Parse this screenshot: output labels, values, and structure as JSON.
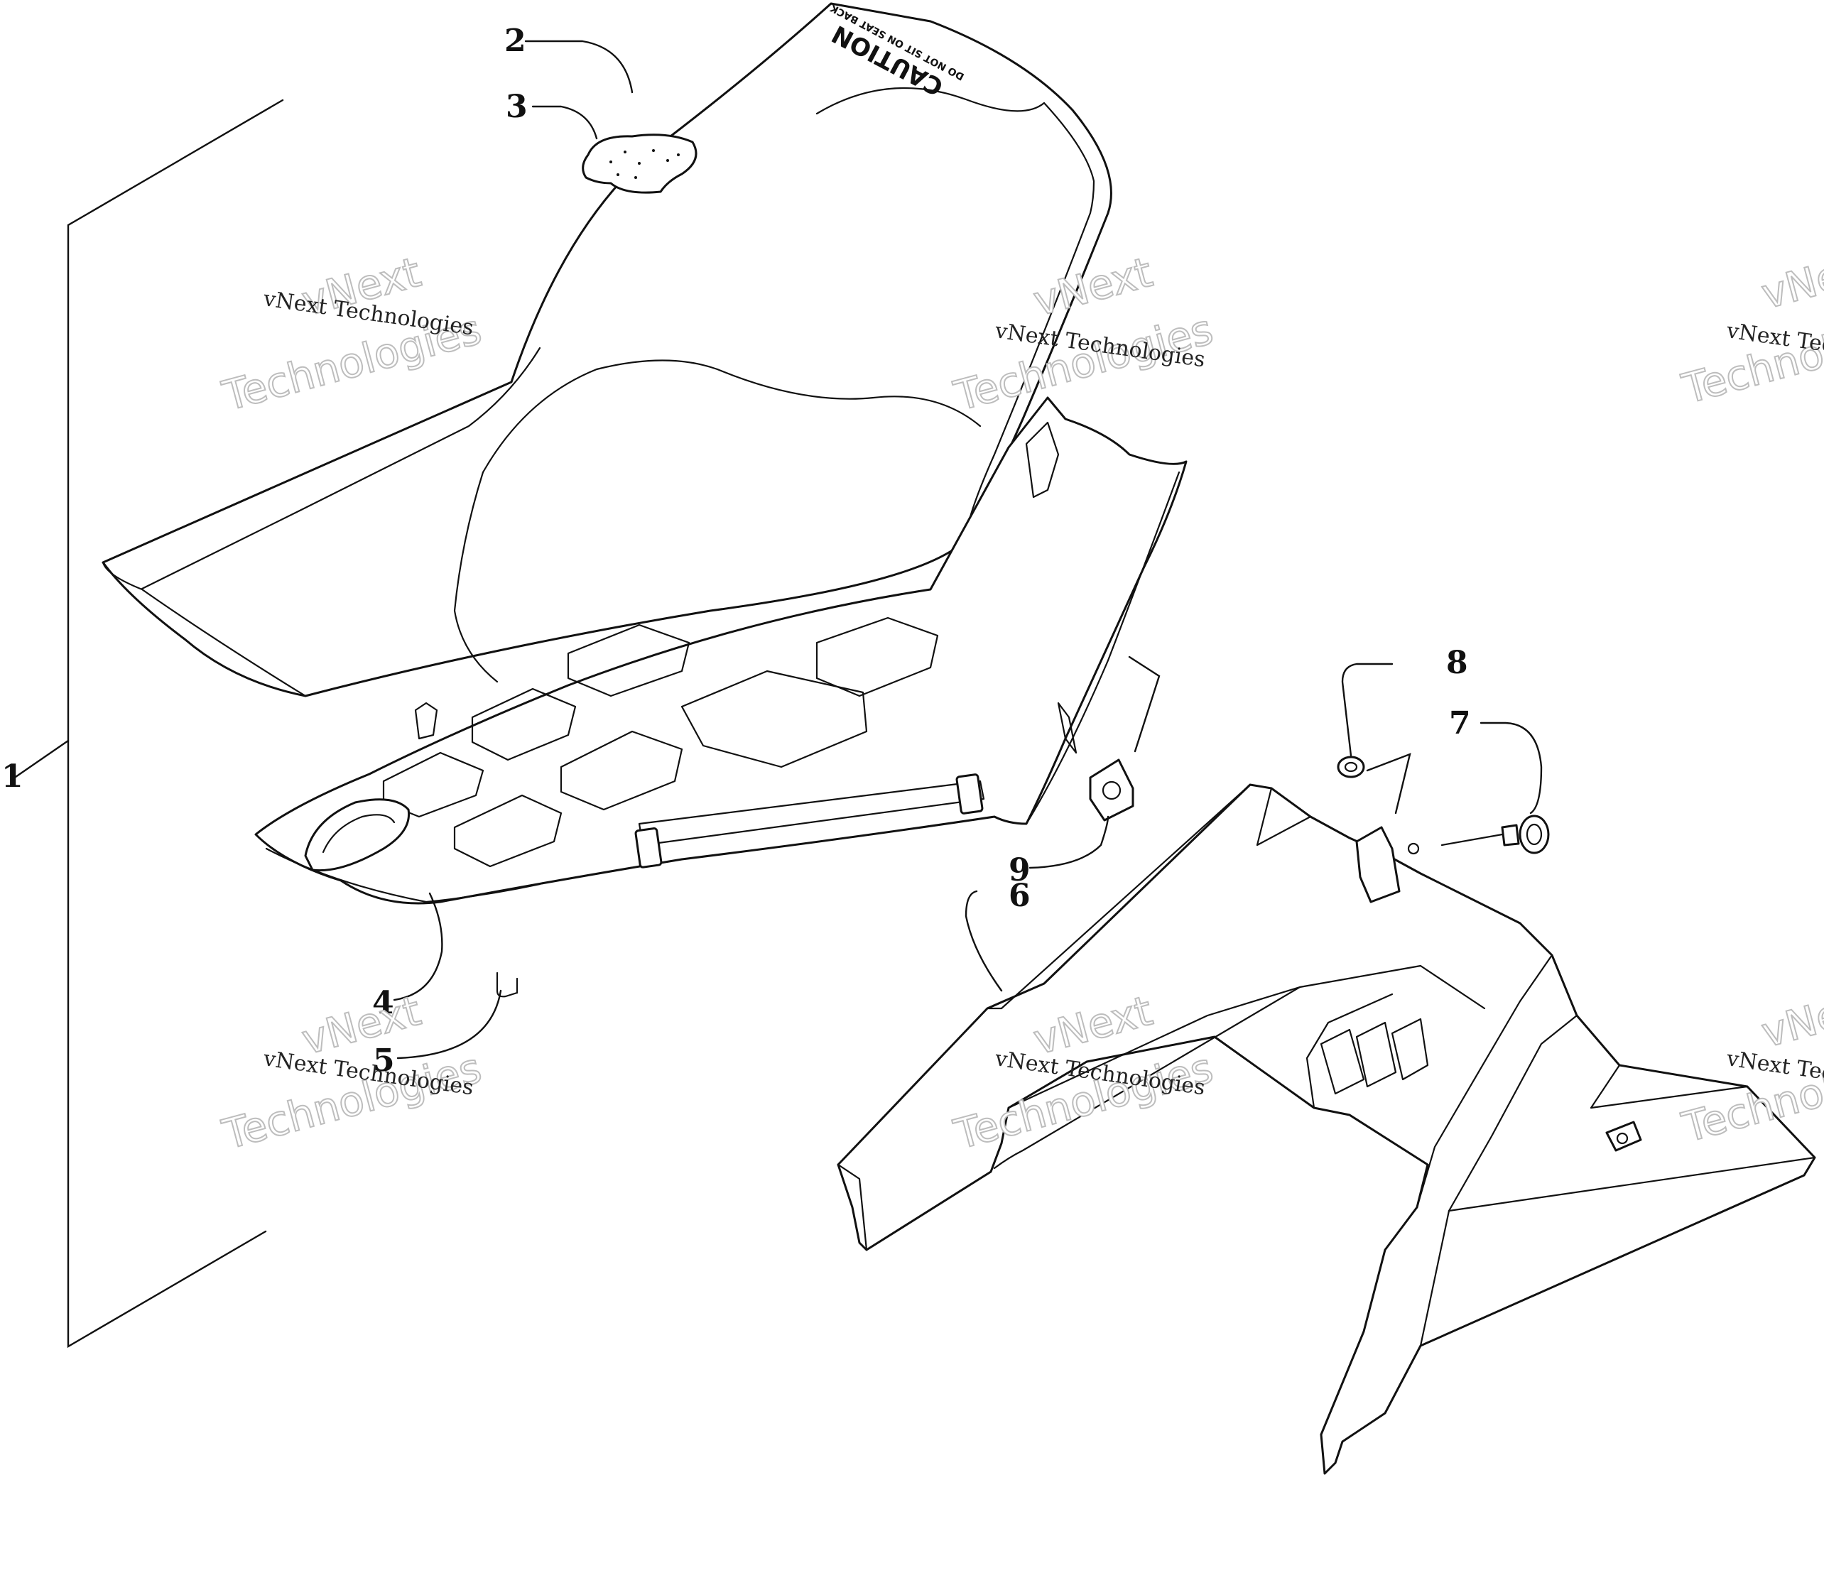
{
  "diagram": {
    "callouts": [
      "1",
      "2",
      "3",
      "4",
      "5",
      "6",
      "7",
      "8",
      "9"
    ],
    "seat_label": {
      "main": "CAUTION",
      "sub": "DO NOT SIT ON SEAT BACK"
    },
    "watermark": {
      "company": "vNext Technologies",
      "ghost_top": "vNext",
      "ghost_bottom": "Technologies"
    }
  }
}
